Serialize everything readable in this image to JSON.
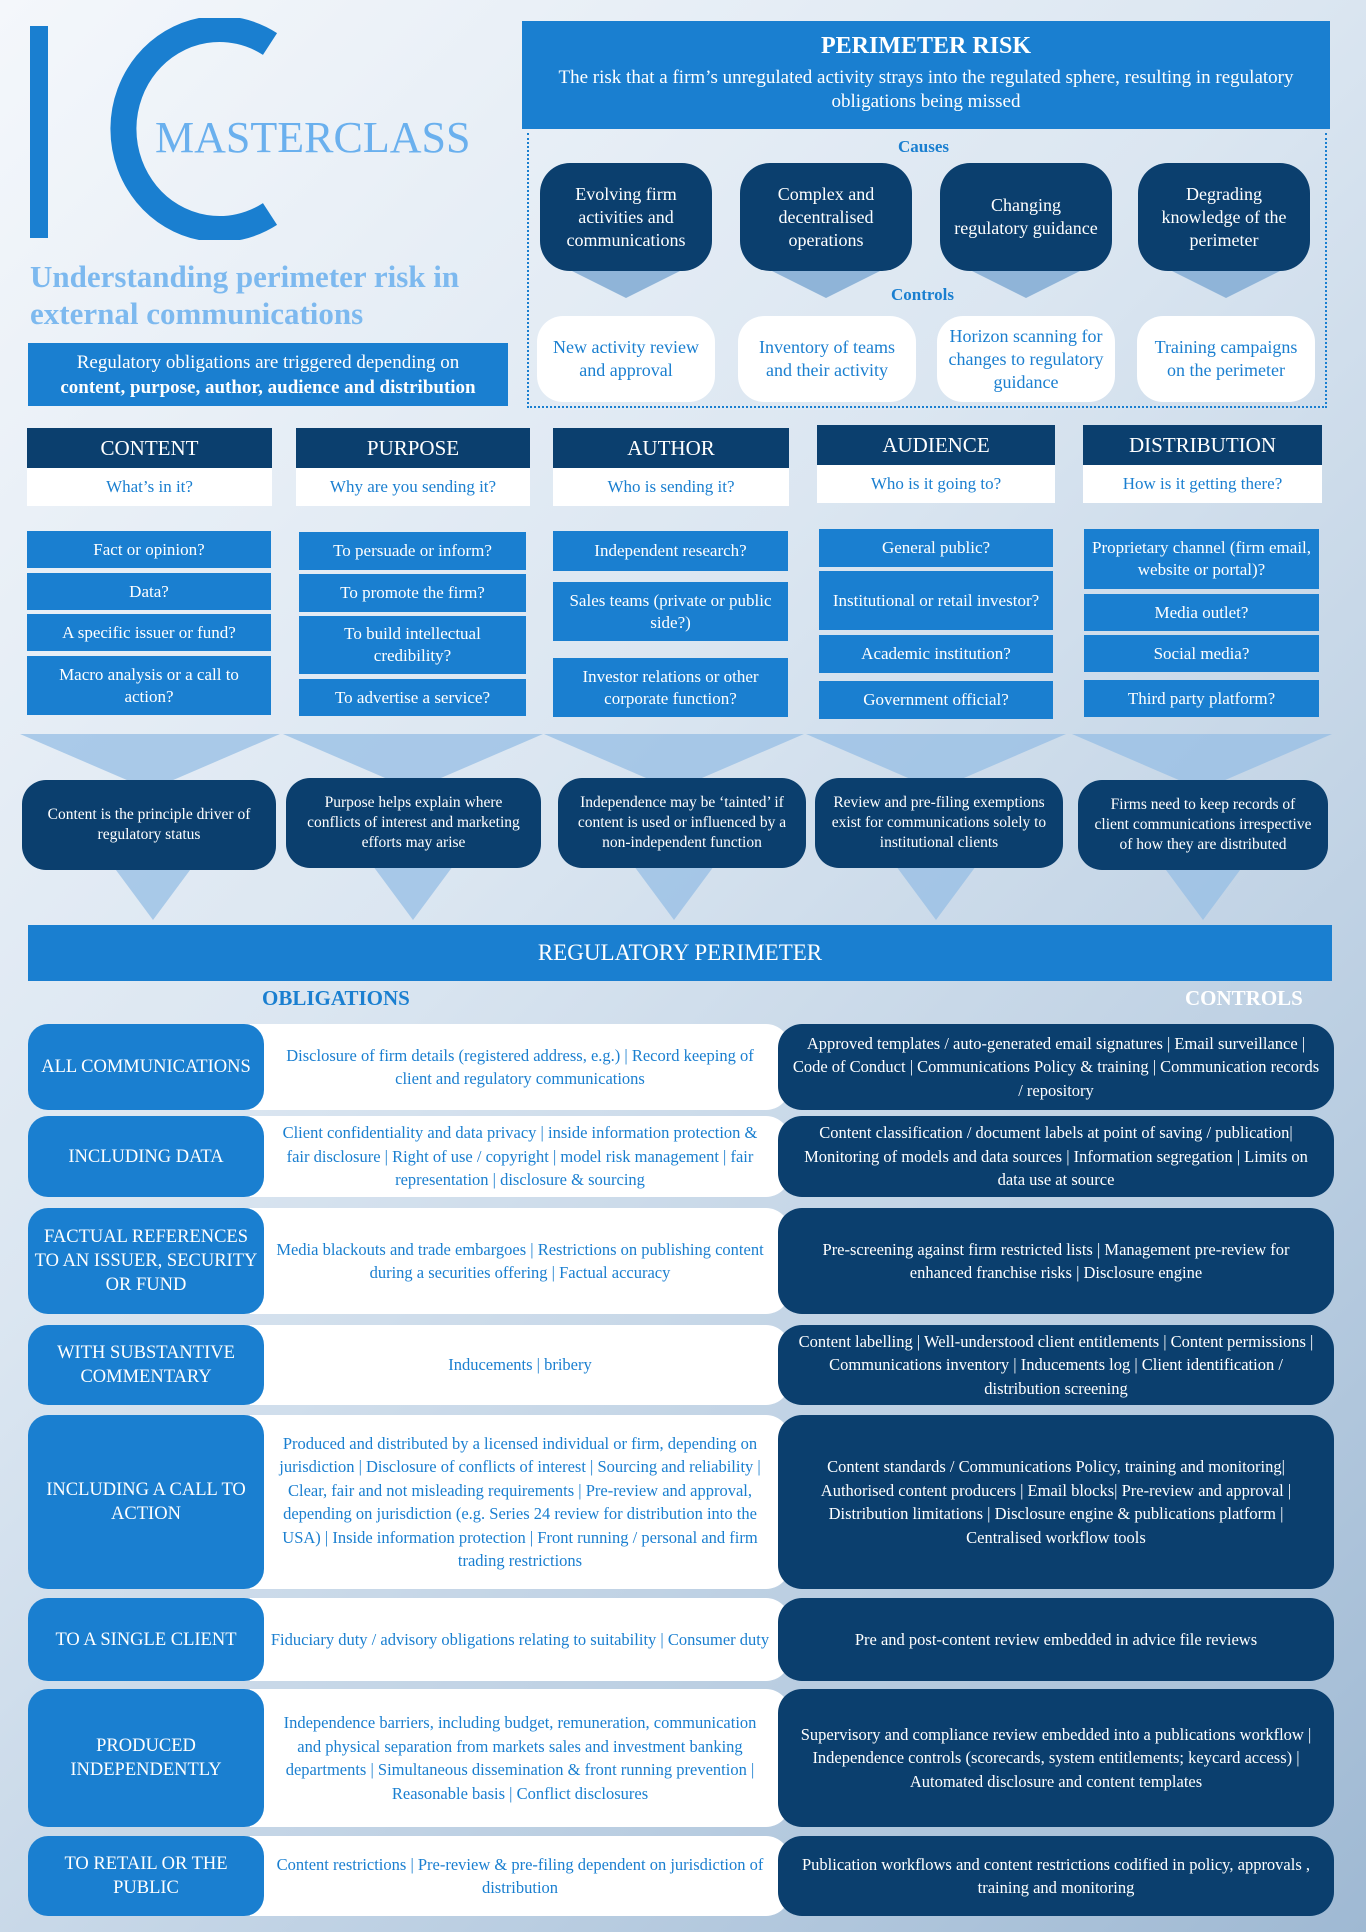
{
  "brand": {
    "logo_text": "MASTERCLASS",
    "subtitle": "Understanding perimeter risk in external communications",
    "trigger_line1": "Regulatory obligations are triggered depending on",
    "trigger_line2": "content, purpose, author, audience and distribution"
  },
  "perimeter_risk": {
    "title": "PERIMETER RISK",
    "description": "The risk that a firm’s unregulated activity strays into the regulated sphere, resulting in regulatory obligations being missed",
    "causes_label": "Causes",
    "controls_label": "Controls",
    "causes": [
      "Evolving firm activities and communications",
      "Complex and decentralised operations",
      "Changing regulatory guidance",
      "Degrading knowledge of the perimeter"
    ],
    "controls": [
      "New activity review and approval",
      "Inventory of teams and their activity",
      "Horizon scanning for changes to regulatory guidance",
      "Training campaigns on the perimeter"
    ]
  },
  "columns": [
    {
      "title": "CONTENT",
      "question": "What’s in it?",
      "items": [
        "Fact or opinion?",
        "Data?",
        "A specific issuer or fund?",
        "Macro analysis or a call to action?"
      ],
      "insight": "Content is the principle driver of regulatory status"
    },
    {
      "title": "PURPOSE",
      "question": "Why are you sending it?",
      "items": [
        "To persuade or inform?",
        "To promote the firm?",
        "To build intellectual credibility?",
        "To advertise a service?"
      ],
      "insight": "Purpose helps explain where conflicts of interest and marketing efforts may arise"
    },
    {
      "title": "AUTHOR",
      "question": "Who is sending it?",
      "items": [
        "Independent research?",
        "Sales teams (private or public side?)",
        "Investor relations or other corporate function?"
      ],
      "insight": "Independence may be ‘tainted’ if content is used or influenced by a non-independent function"
    },
    {
      "title": "AUDIENCE",
      "question": "Who is it going to?",
      "items": [
        "General public?",
        "Institutional or retail investor?",
        "Academic institution?",
        "Government official?"
      ],
      "insight": "Review and pre-filing exemptions exist for communications solely to institutional clients"
    },
    {
      "title": "DISTRIBUTION",
      "question": "How is it getting there?",
      "items": [
        "Proprietary channel (firm email, website or portal)?",
        "Media outlet?",
        "Social media?",
        "Third party platform?"
      ],
      "insight": "Firms need to keep records of client communications irrespective of how they are distributed"
    }
  ],
  "regulatory": {
    "title": "REGULATORY PERIMETER",
    "obligations_label": "OBLIGATIONS",
    "controls_label": "CONTROLS",
    "rows": [
      {
        "label": "ALL COMMUNICATIONS",
        "obligations": "Disclosure of firm details (registered address, e.g.) | Record keeping of client and regulatory communications",
        "controls": "Approved templates / auto-generated email signatures | Email surveillance | Code of Conduct | Communications Policy & training | Communication records / repository"
      },
      {
        "label": "INCLUDING DATA",
        "obligations": "Client confidentiality and data privacy | inside information protection & fair disclosure | Right of use / copyright | model risk management | fair representation | disclosure & sourcing",
        "controls": "Content classification / document labels at point of saving / publication| Monitoring of models and data sources | Information segregation | Limits on data use at source"
      },
      {
        "label": "FACTUAL REFERENCES TO AN ISSUER, SECURITY OR FUND",
        "obligations": "Media blackouts and trade embargoes | Restrictions on publishing content during a securities offering | Factual accuracy",
        "controls": "Pre-screening against firm restricted lists | Management pre-review for enhanced franchise risks | Disclosure engine"
      },
      {
        "label": "WITH SUBSTANTIVE COMMENTARY",
        "obligations": "Inducements | bribery",
        "controls": "Content labelling | Well-understood client entitlements | Content permissions | Communications inventory | Inducements log | Client identification / distribution screening"
      },
      {
        "label": "INCLUDING A CALL TO ACTION",
        "obligations": "Produced and distributed by a licensed individual or firm, depending on jurisdiction | Disclosure of conflicts of interest | Sourcing and reliability | Clear, fair and not misleading requirements | Pre-review and approval, depending on jurisdiction (e.g. Series 24 review for distribution into the USA) | Inside information protection | Front running / personal and firm trading restrictions",
        "controls": "Content standards / Communications Policy, training and monitoring| Authorised content producers | Email blocks| Pre-review and approval | Distribution limitations | Disclosure engine & publications platform | Centralised workflow tools"
      },
      {
        "label": "TO A SINGLE CLIENT",
        "obligations": "Fiduciary duty / advisory obligations relating to suitability | Consumer duty",
        "controls": "Pre and post-content review embedded in advice file reviews"
      },
      {
        "label": "PRODUCED INDEPENDENTLY",
        "obligations": "Independence barriers, including budget, remuneration, communication and physical separation from markets sales and investment banking departments | Simultaneous dissemination & front running prevention | Reasonable basis | Conflict disclosures",
        "controls": "Supervisory and compliance review embedded into a publications workflow | Independence controls (scorecards, system entitlements; keycard access) | Automated disclosure and content templates"
      },
      {
        "label": "TO RETAIL OR THE PUBLIC",
        "obligations": "Content restrictions | Pre-review & pre-filing dependent on jurisdiction of distribution",
        "controls": "Publication workflows and content restrictions codified in policy, approvals , training and monitoring"
      }
    ]
  }
}
